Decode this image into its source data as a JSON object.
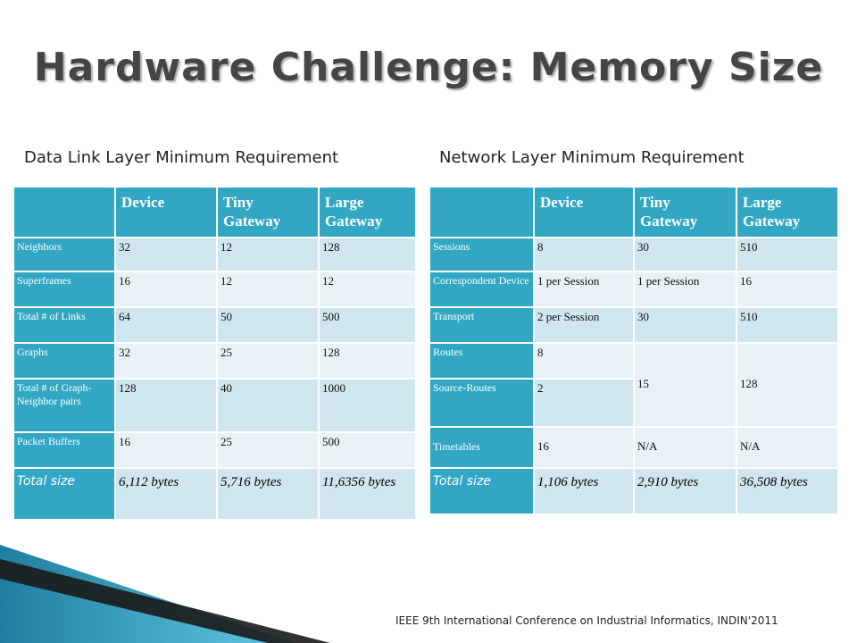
{
  "slide": {
    "title": "Hardware Challenge: Memory Size",
    "footer": "IEEE 9th International Conference on Industrial Informatics, INDIN'2011"
  },
  "left": {
    "heading": "Data Link Layer Minimum Requirement",
    "headers": [
      "Device",
      "Tiny Gateway",
      "Large Gateway"
    ],
    "rows": [
      {
        "label": "Neighbors",
        "values": [
          "32",
          "12",
          "128"
        ]
      },
      {
        "label": "Superframes",
        "values": [
          "16",
          "12",
          "12"
        ]
      },
      {
        "label": "Total # of Links",
        "values": [
          "64",
          "50",
          "500"
        ]
      },
      {
        "label": "Graphs",
        "values": [
          "32",
          "25",
          "128"
        ]
      },
      {
        "label": "Total # of Graph-Neighbor pairs",
        "values": [
          "128",
          "40",
          "1000"
        ]
      },
      {
        "label": "Packet Buffers",
        "values": [
          "16",
          "25",
          "500"
        ]
      }
    ],
    "total": {
      "label": "Total size",
      "values": [
        "6,112 bytes",
        "5,716 bytes",
        "11,6356 bytes"
      ]
    }
  },
  "right": {
    "heading": "Network Layer Minimum Requirement",
    "headers": [
      "Device",
      "Tiny Gateway",
      "Large Gateway"
    ],
    "rows": [
      {
        "label": "Sessions",
        "values": [
          "8",
          "30",
          "510"
        ]
      },
      {
        "label": "Correspondent Device",
        "values": [
          "1 per Session",
          "1 per Session",
          "16"
        ]
      },
      {
        "label": "Transport",
        "values": [
          "2 per Session",
          "30",
          "510"
        ]
      },
      {
        "label": "Routes",
        "values": [
          "8",
          "15",
          "128"
        ]
      },
      {
        "label": "Source-Routes",
        "values": [
          "2"
        ]
      },
      {
        "label": "Timetables",
        "values": [
          "16",
          "N/A",
          "N/A"
        ]
      }
    ],
    "total": {
      "label": "Total size",
      "values": [
        "1,106 bytes",
        "2,910 bytes",
        "36,508 bytes"
      ]
    }
  },
  "colors": {
    "header_fill": "#31a7c4",
    "row_fill_dark": "#cfe6ee",
    "row_fill_light": "#e8f2f6",
    "title_text": "#454545"
  }
}
